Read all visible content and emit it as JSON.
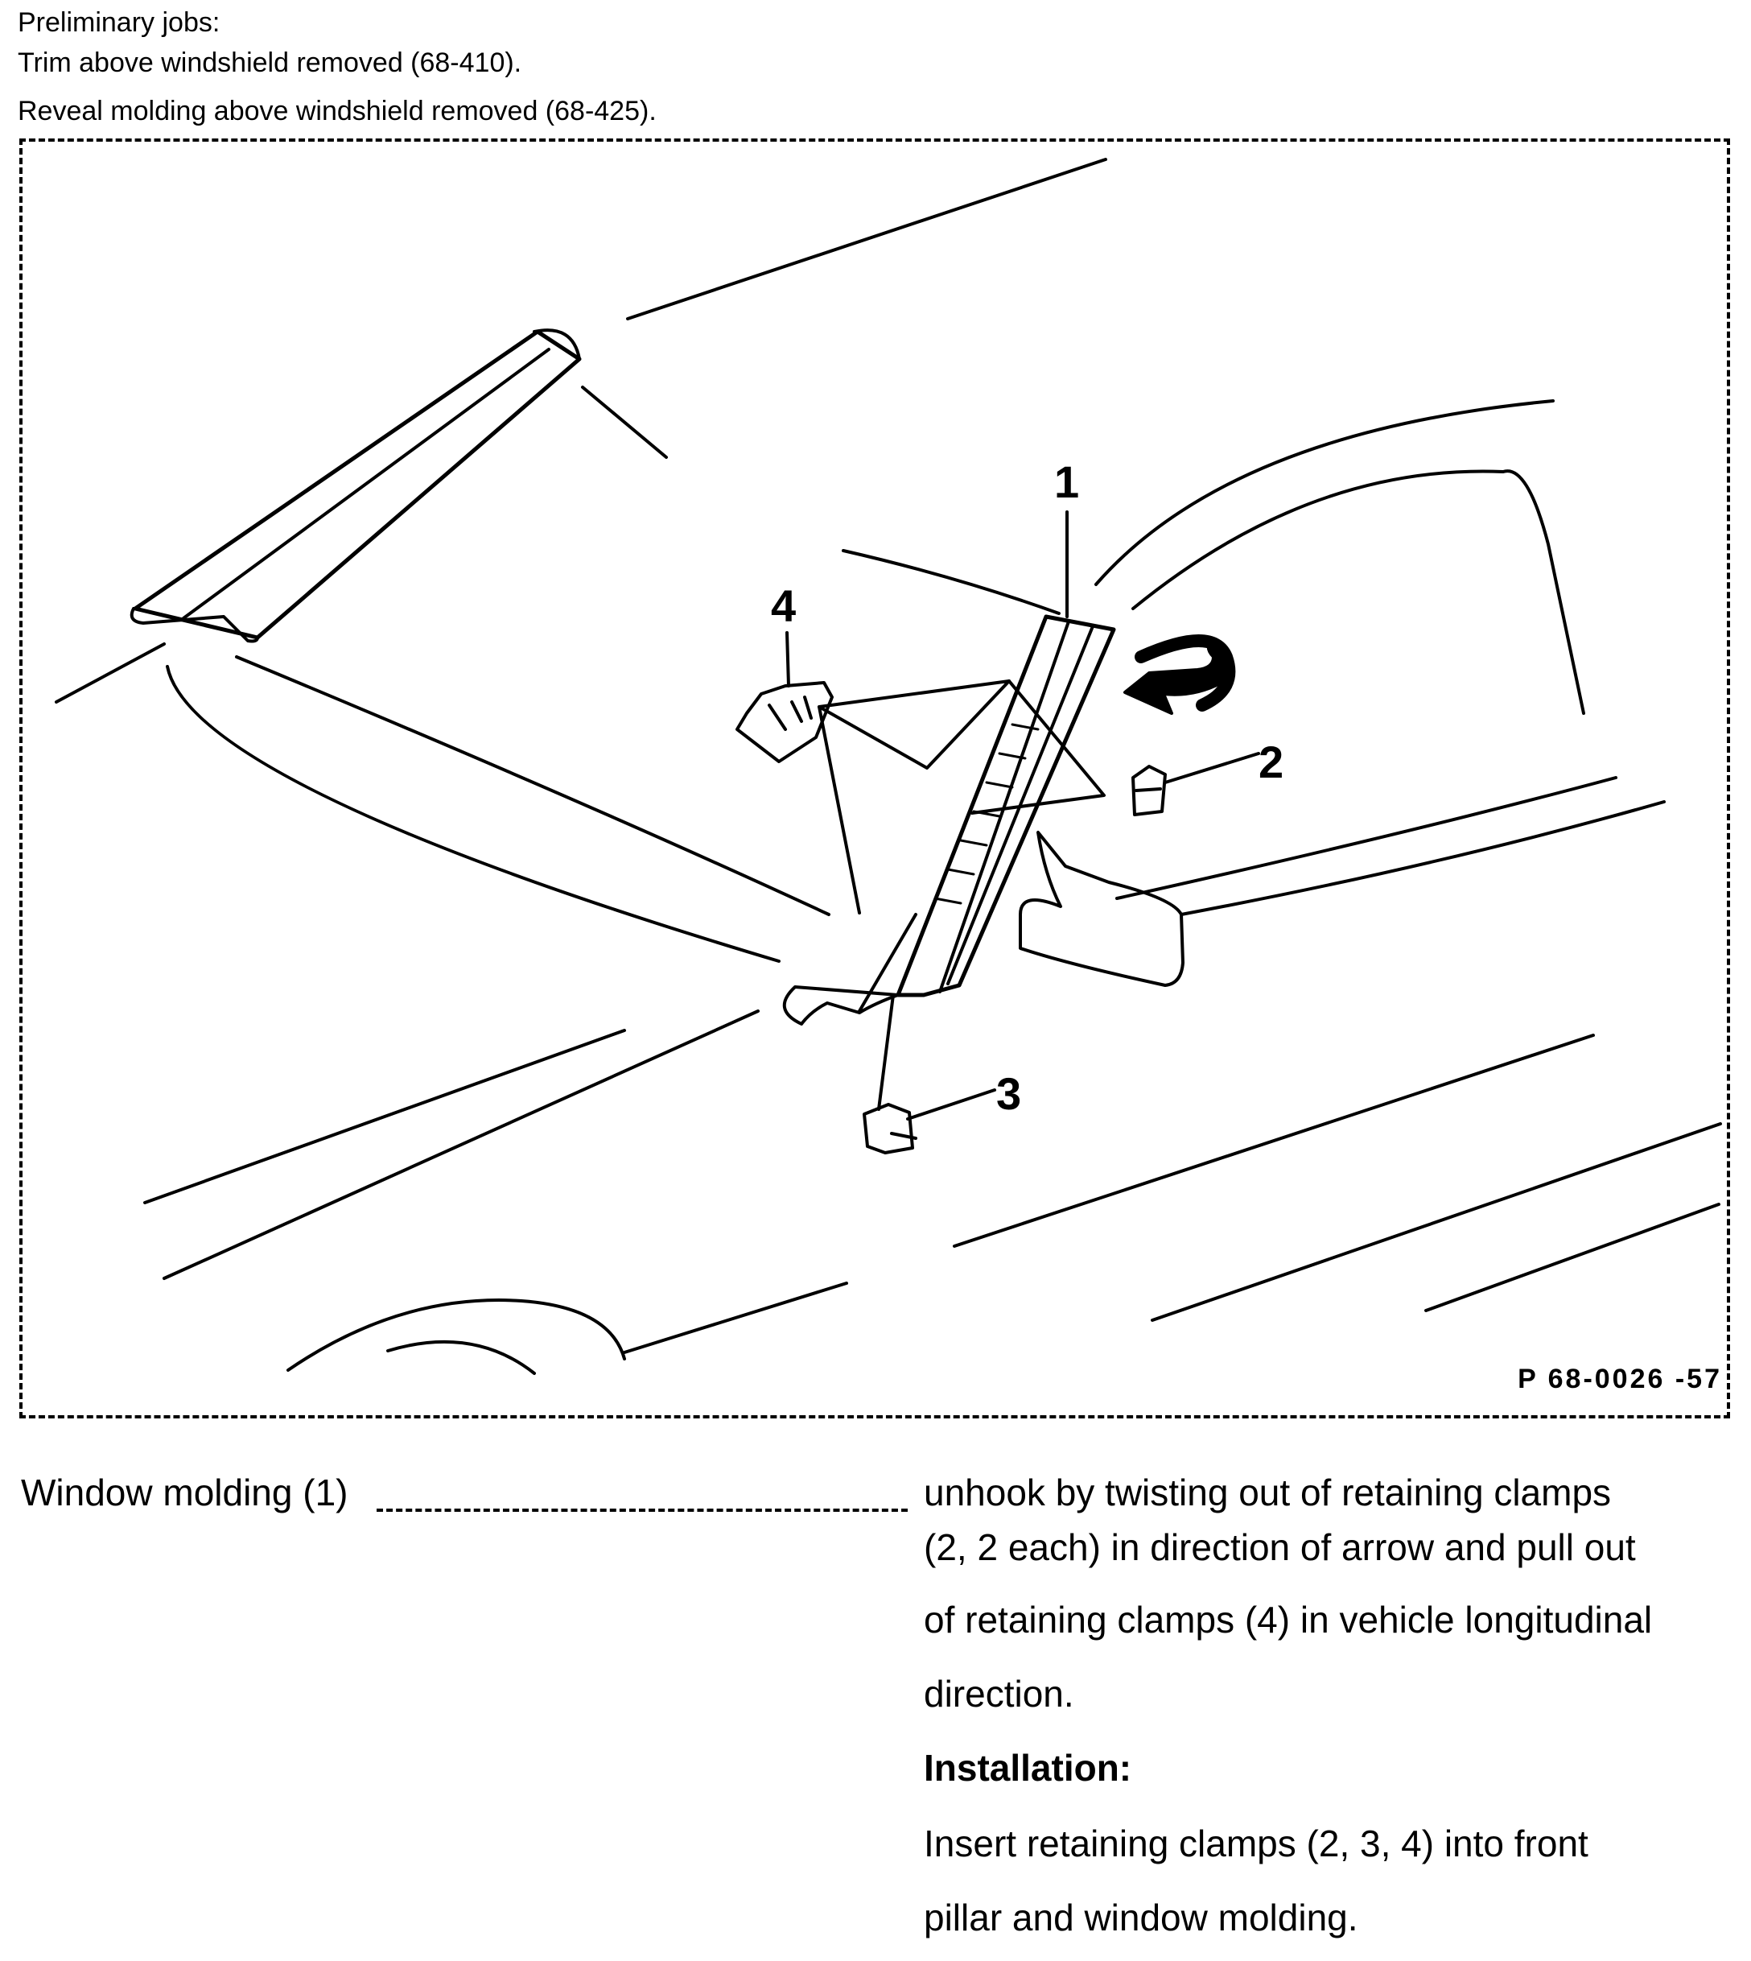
{
  "preliminary": {
    "heading": "Preliminary jobs:",
    "jobs": [
      "Trim above windshield removed (68-410).",
      "Reveal molding above windshield removed (68-425)."
    ]
  },
  "figure": {
    "callouts": [
      "1",
      "2",
      "3",
      "4"
    ],
    "code": "P 68-0026 -57"
  },
  "step": {
    "label": "Window molding (1)",
    "instruction_lines": [
      "unhook by twisting out of retaining clamps",
      "(2, 2 each) in direction of arrow and pull out",
      "of retaining clamps (4) in vehicle longitudinal",
      "direction."
    ],
    "installation_heading": "Installation:",
    "installation_lines": [
      "Insert retaining clamps (2, 3, 4) into front",
      "pillar and window molding."
    ]
  }
}
